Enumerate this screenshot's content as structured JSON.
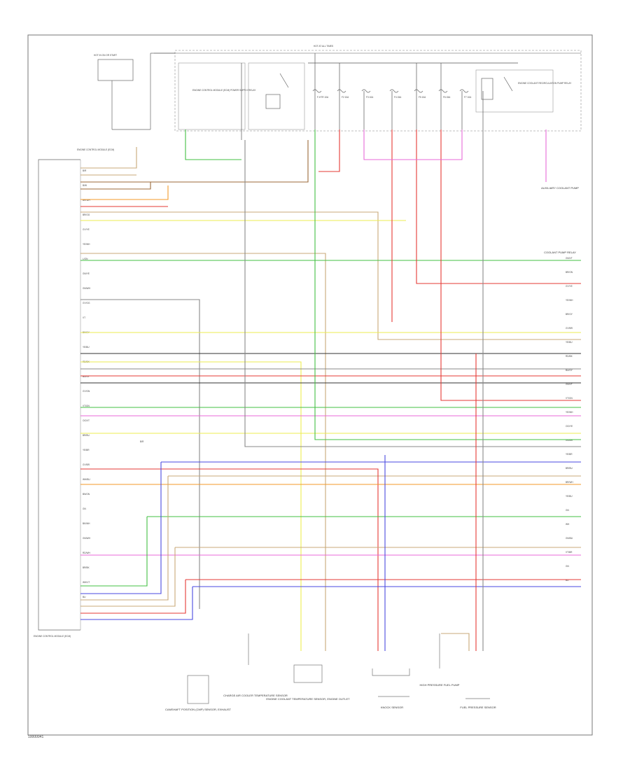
{
  "figure_id": "10000041",
  "ecm_title": "ENGINE CONTROL MODULE (ECM)",
  "hot_labels": [
    "HOT AT ALL TIMES",
    "HOT IN ON OR START"
  ],
  "fuses": [
    "F-HTR 10A",
    "F2 10A",
    "F3 10A",
    "F4 15A",
    "F5 10A",
    "F6 15A",
    "F7 10A"
  ],
  "relays": [
    "ENGINE CONTROL MODULE (ECM) POWER SUPPLY RELAY",
    "ENGINE COOLANT RECIRCULATION PUMP RELAY"
  ],
  "pin_labels": [
    "B/R",
    "B/W",
    "BR/WH",
    "BR/OG",
    "GY/YE",
    "YE/WH",
    "L/GN",
    "GN/YE",
    "GN/WH",
    "GY/OG",
    "VT",
    "BK/GY",
    "YE/BU",
    "RD/BK",
    "BU/GY",
    "GY/GN",
    "VT/GN",
    "OG/VT",
    "BR/BU",
    "YE/BR",
    "GY/BR",
    "WH/BU",
    "BN/GN",
    "GN",
    "BK/WH",
    "GN/WH",
    "RD/WH",
    "BR/BK",
    "WH/VT",
    "BU"
  ],
  "right_labels": [
    "GN/VT",
    "BR/GN",
    "GY/YE",
    "YE/WH",
    "BR/GY",
    "GY/BR",
    "YE/BU",
    "RD/BK",
    "BU/GY",
    "GN/VT",
    "VT/GN",
    "YE/WH",
    "OG/YE",
    "GN/BR",
    "YE/BR",
    "BR/BU",
    "BR/WH",
    "YE/BU",
    "GN",
    "WH",
    "GN/BU",
    "VT/BR",
    "GN",
    "BU"
  ],
  "components": [
    "CAMSHAFT POSITION (CMP) SENSOR, EXHAUST",
    "CHARGE AIR COOLER TEMPERATURE SENSOR",
    "ENGINE COOLANT TEMPERATURE SENSOR, ENGINE OUTLET",
    "KNOCK SENSOR",
    "HIGH PRESSURE FUEL PUMP",
    "FUEL PRESSURE SENSOR",
    "AUXILIARY COOLANT PUMP",
    "COOLANT PUMP RELAY"
  ],
  "colors": {
    "red": "#e53935",
    "green": "#43c043",
    "yellow": "#eded50",
    "pink": "#e86ad8",
    "orange": "#f39a2a",
    "blue": "#4a4ae0",
    "tan": "#c8a878",
    "brown": "#9b6a3a",
    "gray": "#888888",
    "black": "#333333",
    "frame": "#777777"
  }
}
